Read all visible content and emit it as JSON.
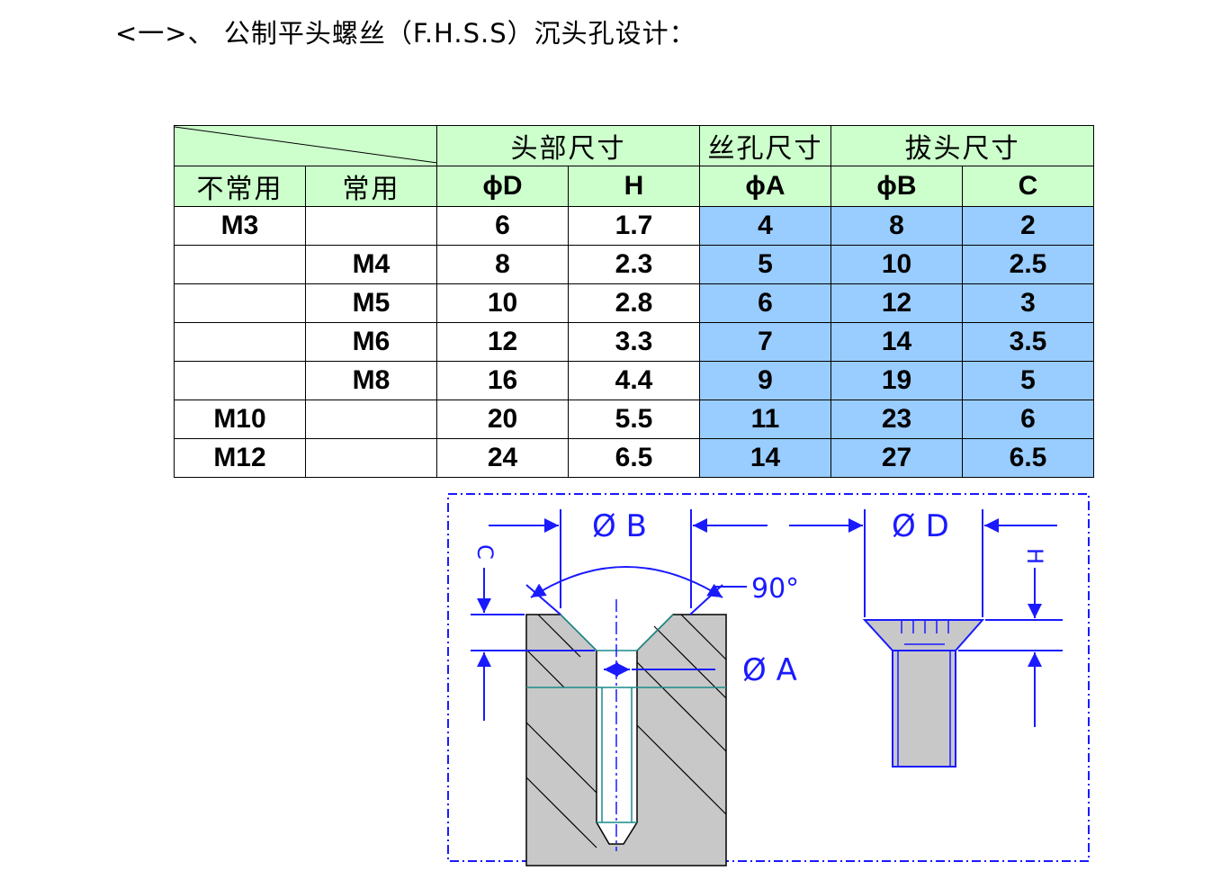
{
  "title": "<一>、 公制平头螺丝（F.H.S.S）沉头孔设计：",
  "table": {
    "group_headers": [
      "头部尺寸",
      "丝孔尺寸",
      "拔头尺寸"
    ],
    "col_headers": [
      "不常用",
      "常用",
      "ϕD",
      "H",
      "ϕA",
      "ϕB",
      "C"
    ],
    "rows": [
      {
        "rare": "M3",
        "common": "",
        "D": "6",
        "H": "1.7",
        "A": "4",
        "B": "8",
        "C": "2"
      },
      {
        "rare": "",
        "common": "M4",
        "D": "8",
        "H": "2.3",
        "A": "5",
        "B": "10",
        "C": "2.5"
      },
      {
        "rare": "",
        "common": "M5",
        "D": "10",
        "H": "2.8",
        "A": "6",
        "B": "12",
        "C": "3"
      },
      {
        "rare": "",
        "common": "M6",
        "D": "12",
        "H": "3.3",
        "A": "7",
        "B": "14",
        "C": "3.5"
      },
      {
        "rare": "",
        "common": "M8",
        "D": "16",
        "H": "4.4",
        "A": "9",
        "B": "19",
        "C": "5"
      },
      {
        "rare": "M10",
        "common": "",
        "D": "20",
        "H": "5.5",
        "A": "11",
        "B": "23",
        "C": "6"
      },
      {
        "rare": "M12",
        "common": "",
        "D": "24",
        "H": "6.5",
        "A": "14",
        "B": "27",
        "C": "6.5"
      }
    ]
  },
  "drawing": {
    "label_B": "Ø B",
    "label_D": "Ø D",
    "label_A": "Ø A",
    "label_C": "C",
    "label_H": "H",
    "label_angle": "90°",
    "colors": {
      "dim": "#1a1aff",
      "part": "#c8c8c8",
      "edge": "#1a8a8a"
    }
  }
}
